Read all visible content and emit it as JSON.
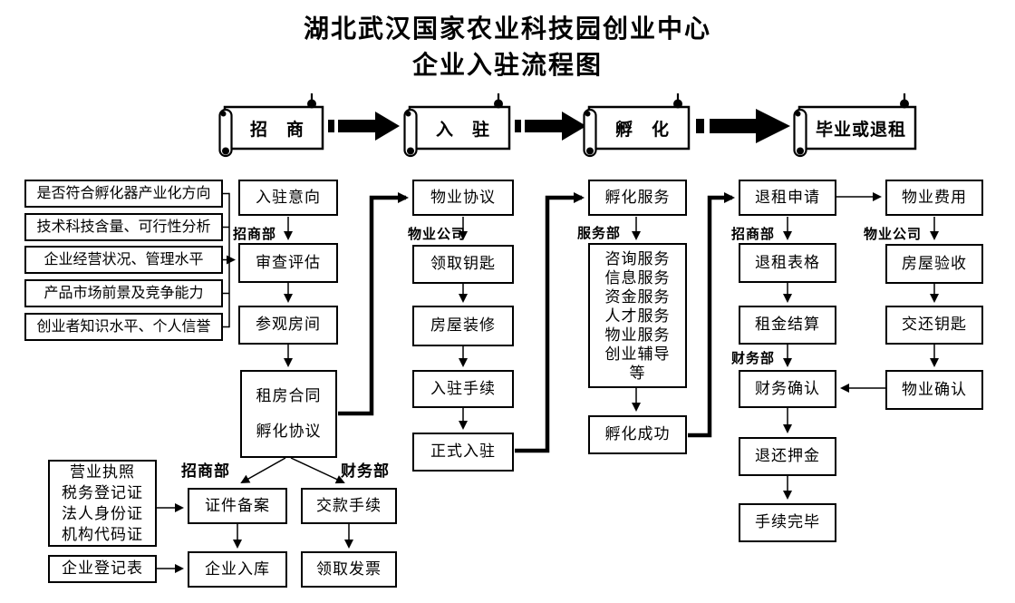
{
  "title": {
    "line1": "湖北武汉国家农业科技园创业中心",
    "line2": "企业入驻流程图"
  },
  "phases": {
    "p1": "招　商",
    "p2": "入　驻",
    "p3": "孵　化",
    "p4": "毕业或退租"
  },
  "dept_labels": {
    "marketing": "招商部",
    "property_co": "物业公司",
    "service": "服务部",
    "finance": "财务部"
  },
  "criteria": [
    "是否符合孵化器产业化方向",
    "技术科技含量、可行性分析",
    "企业经营状况、管理水平",
    "产品市场前景及竞争能力",
    "创业者知识水平、个人信誉"
  ],
  "flow": {
    "entry_intent": "入驻意向",
    "review": "审查评估",
    "visit_room": "参观房间",
    "contract": {
      "line1": "租房合同",
      "line2": "孵化协议"
    },
    "property_agreement": "物业协议",
    "get_keys": "领取钥匙",
    "renovation": "房屋装修",
    "entry_procedure": "入驻手续",
    "official_entry": "正式入驻",
    "incubation_service": "孵化服务",
    "services": [
      "咨询服务",
      "信息服务",
      "资金服务",
      "人才服务",
      "物业服务",
      "创业辅导",
      "等"
    ],
    "incubation_success": "孵化成功",
    "termination_request": "退租申请",
    "termination_form": "退租表格",
    "rent_settlement": "租金结算",
    "finance_confirm": "财务确认",
    "deposit_refund": "退还押金",
    "procedure_complete": "手续完毕",
    "property_fee": "物业费用",
    "house_inspection": "房屋验收",
    "return_keys": "交还钥匙",
    "property_confirm": "物业确认",
    "documents": [
      "营业执照",
      "税务登记证",
      "法人身份证",
      "机构代码证"
    ],
    "registration_form": "企业登记表",
    "document_filing": "证件备案",
    "company_entry_db": "企业入库",
    "payment_procedure": "交款手续",
    "get_invoice": "领取发票"
  },
  "colors": {
    "ink": "#000000",
    "paper": "#ffffff"
  }
}
